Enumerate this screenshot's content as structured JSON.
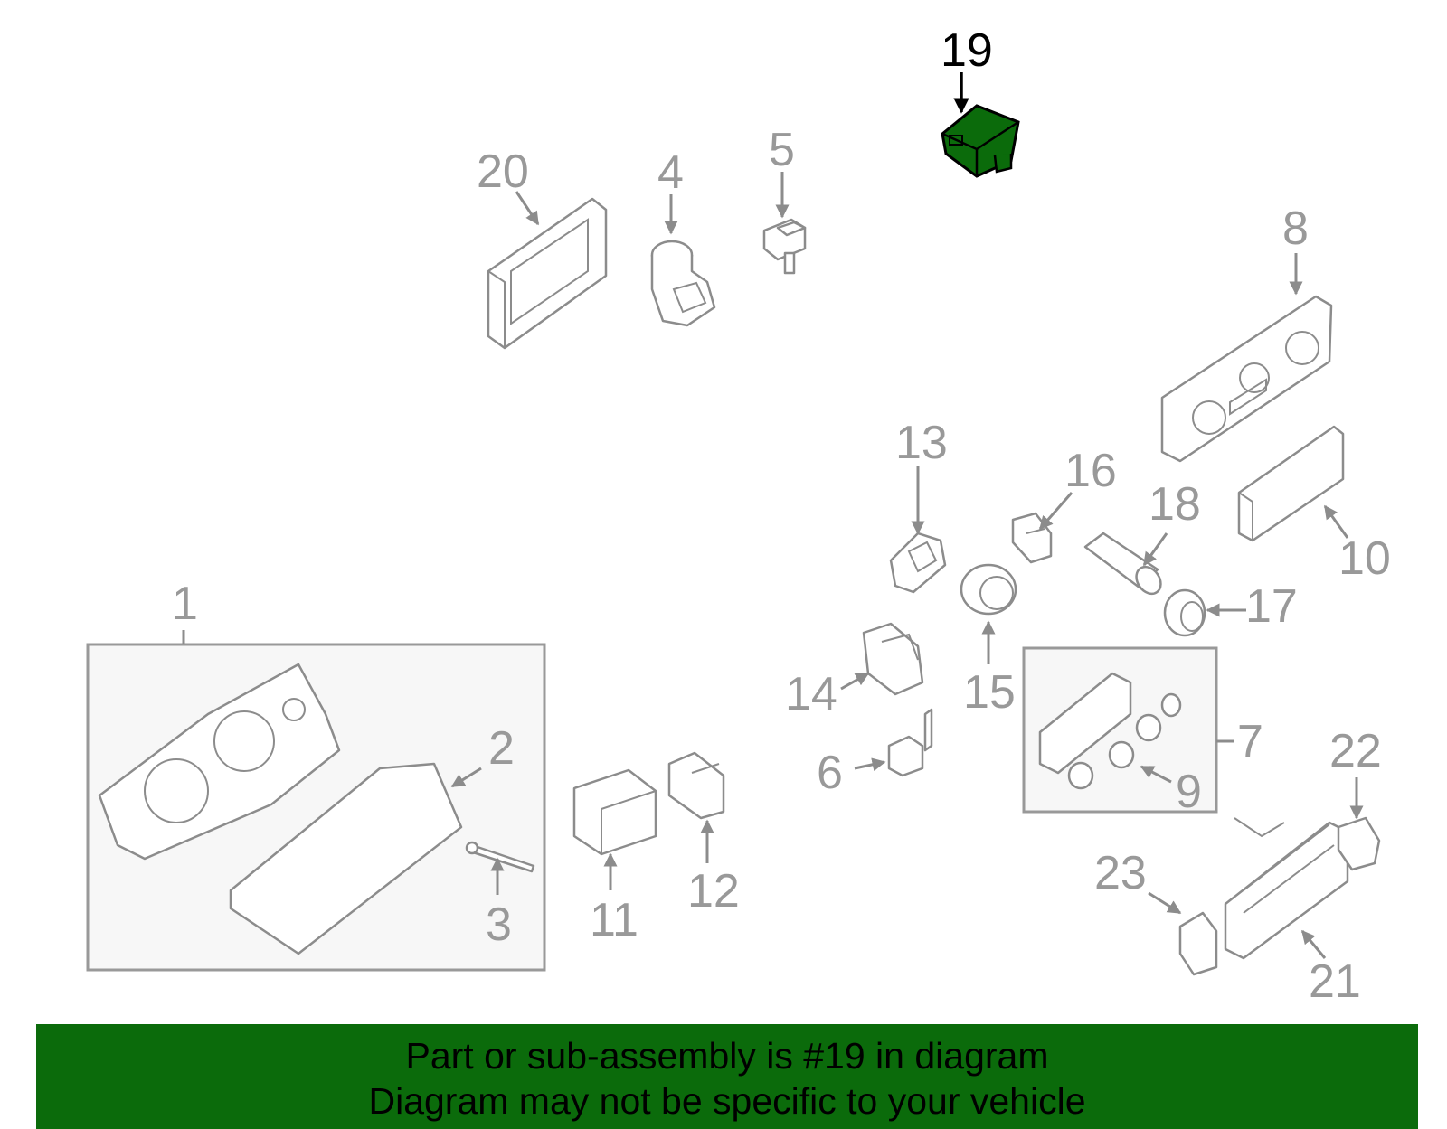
{
  "diagram": {
    "callouts": {
      "c1": "1",
      "c2": "2",
      "c3": "3",
      "c4": "4",
      "c5": "5",
      "c6": "6",
      "c7": "7",
      "c8": "8",
      "c9": "9",
      "c10": "10",
      "c11": "11",
      "c12": "12",
      "c13": "13",
      "c14": "14",
      "c15": "15",
      "c16": "16",
      "c17": "17",
      "c18": "18",
      "c19": "19",
      "c20": "20",
      "c21": "21",
      "c22": "22",
      "c23": "23"
    },
    "highlighted_part": "19",
    "colors": {
      "highlight": "#0b6b0b",
      "line": "#8c8c8c",
      "label": "#999999"
    }
  },
  "banner": {
    "line1": "Part or sub-assembly is #19 in diagram",
    "line2": "Diagram may not be specific to your vehicle"
  }
}
